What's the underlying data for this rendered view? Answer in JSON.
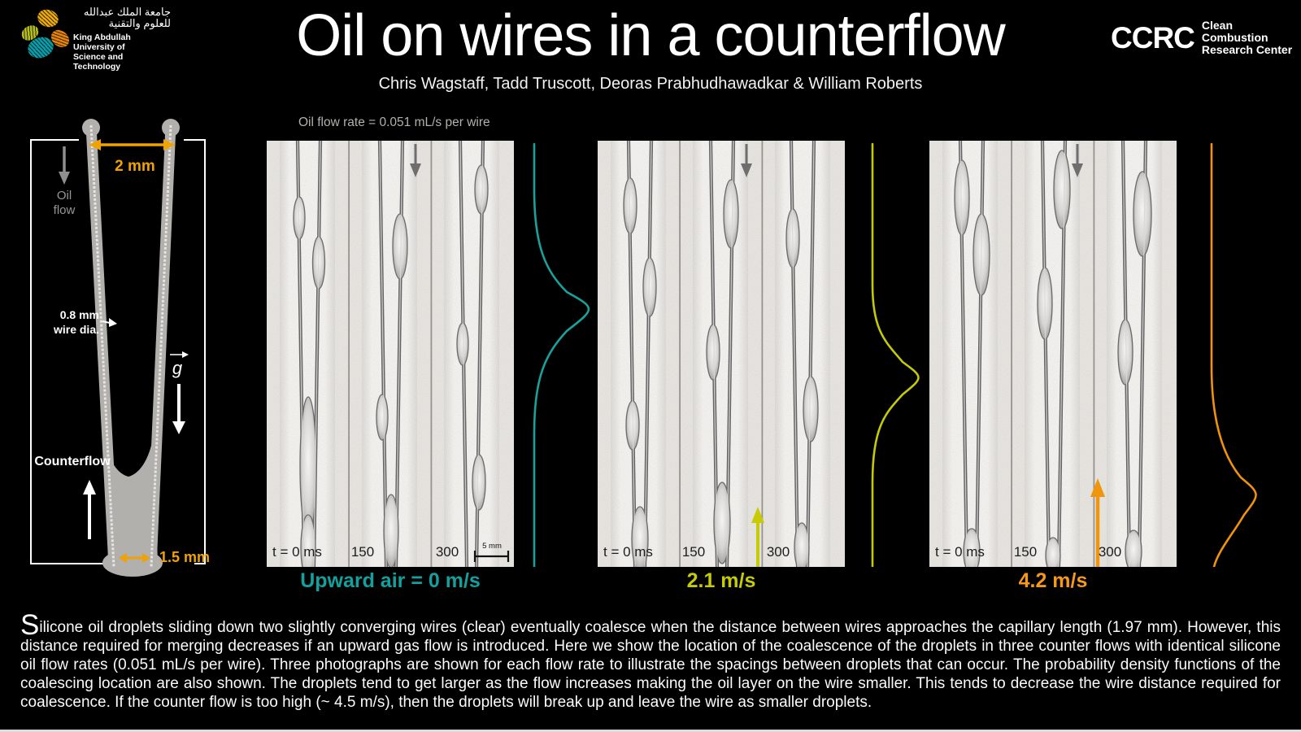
{
  "poster": {
    "title": "Oil on wires in a counterflow",
    "authors": "Chris Wagstaff, Tadd Truscott, Deoras Prabhudhawadkar & William Roberts"
  },
  "kaust_logo": {
    "arabic_line1": "جامعة الملك عبدالله",
    "arabic_line2": "للعلوم والتقنية",
    "english_line1": "King Abdullah University of",
    "english_line2": "Science and Technology"
  },
  "ccrc_logo": {
    "acronym": "CCRC",
    "line1": "Clean Combustion",
    "line2": "Research Center"
  },
  "diagram": {
    "top_width_label": "2 mm",
    "oil_flow_line1": "Oil",
    "oil_flow_line2": "flow",
    "wire_dia_line1": "0.8 mm",
    "wire_dia_line2": "wire dia.",
    "gravity_symbol": "g",
    "counterflow_label": "Counterflow",
    "bottom_width_label": "1.5 mm",
    "dimension_color": "#efa202"
  },
  "flow_rate_caption": "Oil flow rate = 0.051 mL/s per wire",
  "panels": [
    {
      "speed_label": "Upward air = 0 m/s",
      "accent_color": "#16a09b",
      "times": [
        "t = 0 ms",
        "150",
        "300"
      ],
      "scale_bar_label": "5 mm",
      "pdf_curve": {
        "peak_fraction_from_top": 0.39,
        "color": "#16a09b"
      }
    },
    {
      "speed_label": "2.1 m/s",
      "accent_color": "#c6cb04",
      "times": [
        "t = 0 ms",
        "150",
        "300"
      ],
      "pdf_curve": {
        "peak_fraction_from_top": 0.55,
        "color": "#c6cb04"
      }
    },
    {
      "speed_label": "4.2 m/s",
      "accent_color": "#f2970f",
      "times": [
        "t = 0 ms",
        "150",
        "300"
      ],
      "pdf_curve": {
        "peak_fraction_from_top": 0.83,
        "color": "#f2970f"
      }
    }
  ],
  "abstract": {
    "drop_cap": "S",
    "text": "ilicone oil droplets sliding down two slightly converging wires (clear) eventually coalesce when the distance between wires approaches the capillary length (1.97 mm).  However, this distance required for merging decreases if an upward gas flow is introduced.  Here we show the location of the coalescence of the droplets in three counter flows with identical silicone oil flow rates (0.051 mL/s per wire).  Three photographs are shown for each flow rate to illustrate the spacings between droplets that can occur.  The probability density functions of the coalescing location are also shown.  The droplets tend to get larger as the flow increases making the oil layer on the wire smaller.  This tends to decrease the wire distance required for coalescence.  If the counter flow is too high (~ 4.5 m/s), then the droplets will break up and leave the wire as smaller droplets."
  }
}
